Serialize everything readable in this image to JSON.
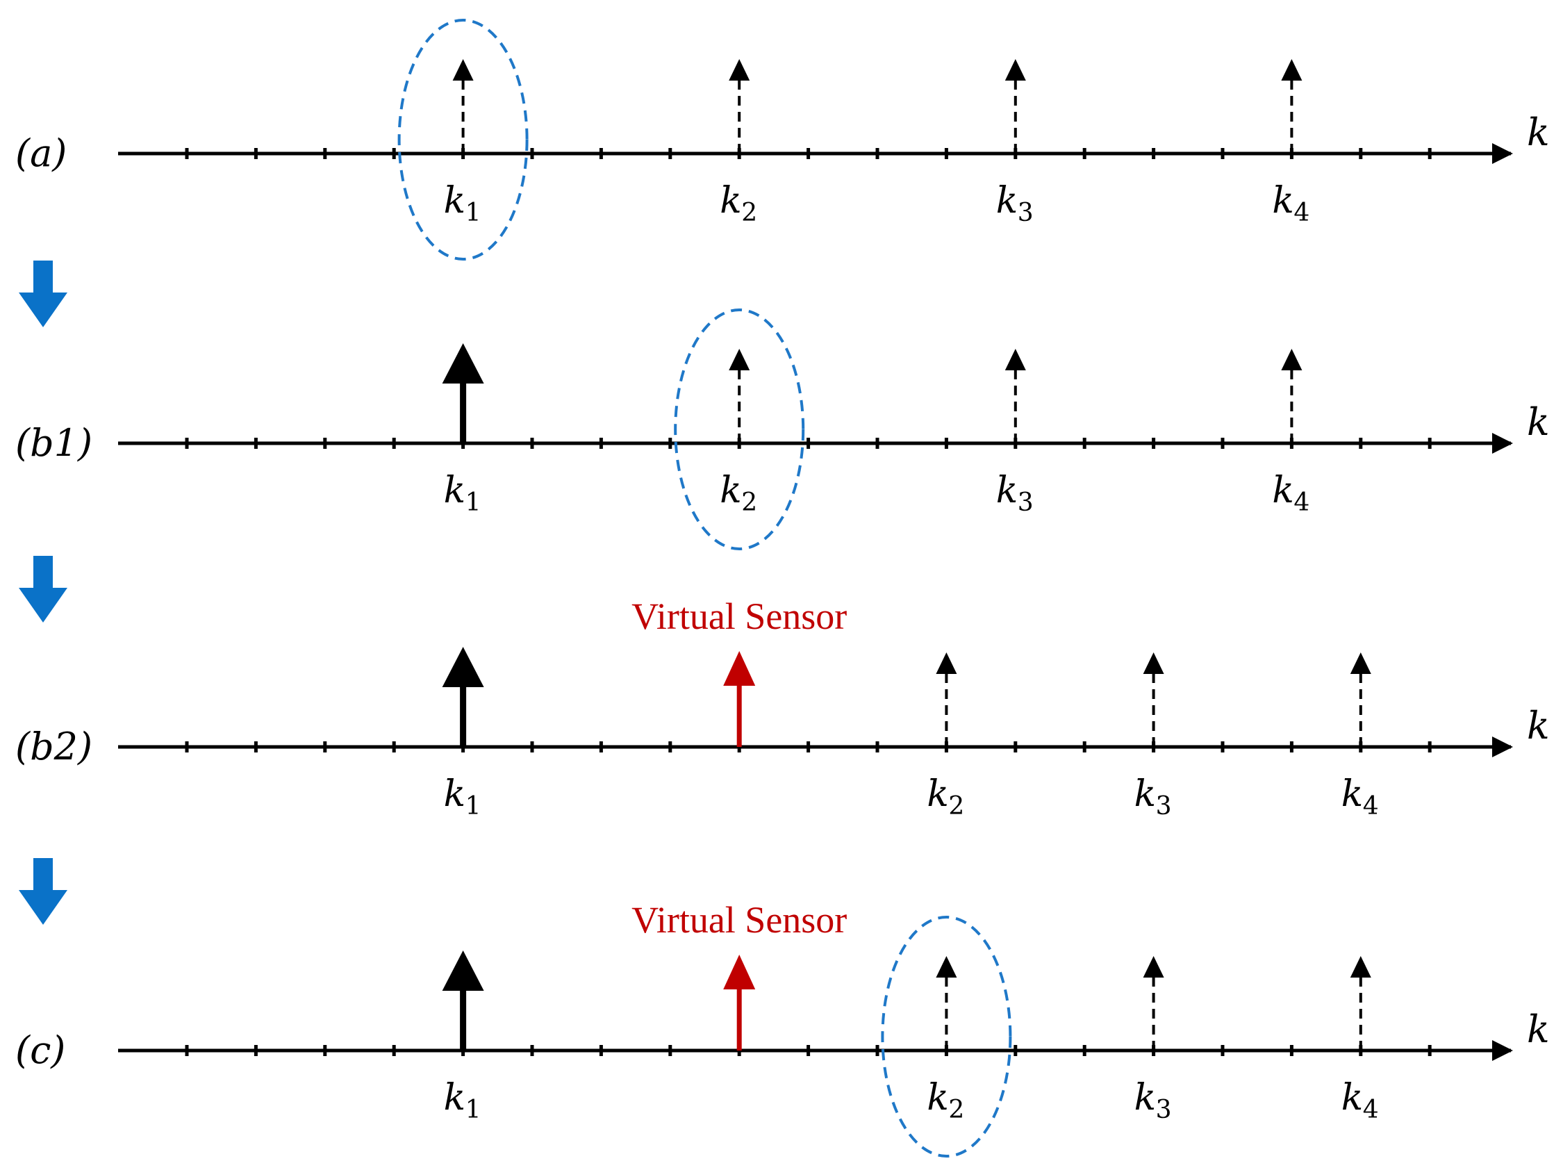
{
  "axis_label": "k",
  "colors": {
    "axis": "#000000",
    "sensor_dashed": "#000000",
    "sensor_solid": "#000000",
    "virtual_sensor": "#c00000",
    "highlight_ellipse": "#1f78c8",
    "flow_arrow": "#0a72c8"
  },
  "icons": {
    "flow_arrow": "down-arrow-icon"
  },
  "rows": [
    {
      "label": "(a)",
      "highlight": "k1",
      "sensors": [
        {
          "symbol": "k",
          "sub": "1",
          "pos": 4,
          "style": "dashed"
        },
        {
          "symbol": "k",
          "sub": "2",
          "pos": 8,
          "style": "dashed"
        },
        {
          "symbol": "k",
          "sub": "3",
          "pos": 12,
          "style": "dashed"
        },
        {
          "symbol": "k",
          "sub": "4",
          "pos": 16,
          "style": "dashed"
        }
      ],
      "virtual": null
    },
    {
      "label": "(b1)",
      "highlight": "k2",
      "sensors": [
        {
          "symbol": "k",
          "sub": "1",
          "pos": 4,
          "style": "solid"
        },
        {
          "symbol": "k",
          "sub": "2",
          "pos": 8,
          "style": "dashed"
        },
        {
          "symbol": "k",
          "sub": "3",
          "pos": 12,
          "style": "dashed"
        },
        {
          "symbol": "k",
          "sub": "4",
          "pos": 16,
          "style": "dashed"
        }
      ],
      "virtual": null
    },
    {
      "label": "(b2)",
      "highlight": null,
      "sensors": [
        {
          "symbol": "k",
          "sub": "1",
          "pos": 4,
          "style": "solid"
        },
        {
          "symbol": "k",
          "sub": "2",
          "pos": 11,
          "style": "dashed"
        },
        {
          "symbol": "k",
          "sub": "3",
          "pos": 14,
          "style": "dashed"
        },
        {
          "symbol": "k",
          "sub": "4",
          "pos": 17,
          "style": "dashed"
        }
      ],
      "virtual": {
        "label": "Virtual Sensor",
        "pos": 8
      }
    },
    {
      "label": "(c)",
      "highlight": "k2",
      "sensors": [
        {
          "symbol": "k",
          "sub": "1",
          "pos": 4,
          "style": "solid"
        },
        {
          "symbol": "k",
          "sub": "2",
          "pos": 11,
          "style": "dashed"
        },
        {
          "symbol": "k",
          "sub": "3",
          "pos": 14,
          "style": "dashed"
        },
        {
          "symbol": "k",
          "sub": "4",
          "pos": 17,
          "style": "dashed"
        }
      ],
      "virtual": {
        "label": "Virtual Sensor",
        "pos": 8
      }
    }
  ]
}
